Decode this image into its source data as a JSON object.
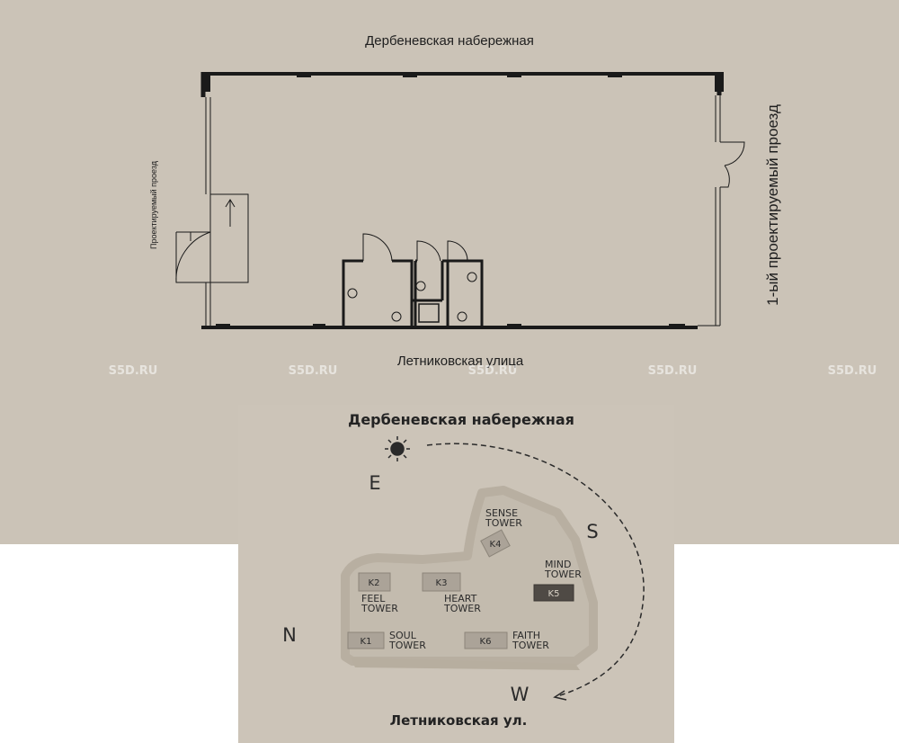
{
  "floor_plan": {
    "street_top": "Дербеневская набережная",
    "street_bottom": "Летниковская улица",
    "street_right": "1-ый проектируемый проезд",
    "street_left": "Проектируемый проезд"
  },
  "watermark": {
    "text": "S5D.RU"
  },
  "site_map": {
    "street_top": "Дербеневская набережная",
    "street_bottom": "Летниковская ул.",
    "compass": {
      "east": "E",
      "south": "S",
      "west": "W",
      "north": "N"
    },
    "towers": [
      {
        "code": "K1",
        "name_line1": "SOUL",
        "name_line2": "TOWER"
      },
      {
        "code": "K2",
        "name_line1": "FEEL",
        "name_line2": "TOWER"
      },
      {
        "code": "K3",
        "name_line1": "HEART",
        "name_line2": "TOWER"
      },
      {
        "code": "K4",
        "name_line1": "SENSE",
        "name_line2": "TOWER"
      },
      {
        "code": "K5",
        "name_line1": "MIND",
        "name_line2": "TOWER"
      },
      {
        "code": "K6",
        "name_line1": "FAITH",
        "name_line2": "TOWER"
      }
    ]
  },
  "colors": {
    "background": "#cbc3b7",
    "wall": "#1a1a1a",
    "highlight_tower": "#4f4a45"
  }
}
